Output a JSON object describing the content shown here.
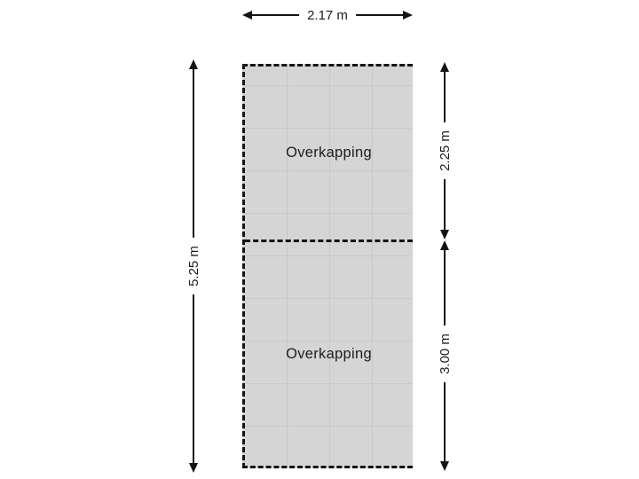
{
  "plan": {
    "areas": [
      {
        "label": "Overkapping"
      },
      {
        "label": "Overkapping"
      }
    ]
  },
  "dimensions": {
    "top_width": "2.17 m",
    "left_height": "5.25 m",
    "right_top_height": "2.25 m",
    "right_bottom_height": "3.00 m"
  },
  "colors": {
    "background": "#ffffff",
    "area_fill": "#d5d5d5",
    "tile_line": "#c9c9c9",
    "outline": "#141414",
    "label_bg": "#ffffff",
    "text": "#1c1c1c"
  }
}
